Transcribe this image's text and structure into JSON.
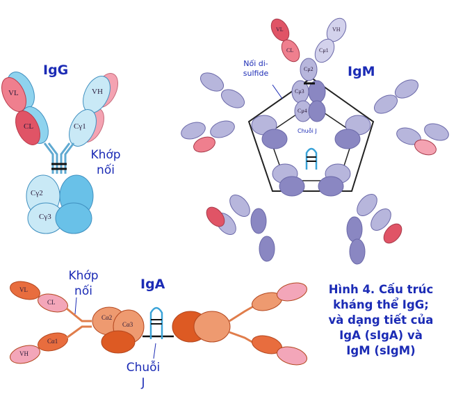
{
  "igg": {
    "title": "IgG",
    "hinge_line1": "Khớp",
    "hinge_line2": "nối",
    "domains": {
      "vl": "VL",
      "cl": "CL",
      "vh": "VH",
      "cg1": "Cγ1",
      "cg2": "Cγ2",
      "cg3": "Cγ3"
    }
  },
  "igm": {
    "title": "IgM",
    "disulfide_line1": "Nối di-",
    "disulfide_line2": "sulfide",
    "j_chain": "Chuỗi J",
    "domains": {
      "vl": "VL",
      "cl": "CL",
      "vh": "VH",
      "cm1": "Cμ1",
      "cm2": "Cμ2",
      "cm3": "Cμ3",
      "cm4": "Cμ4"
    }
  },
  "iga": {
    "title": "IgA",
    "hinge_line1": "Khớp",
    "hinge_line2": "nối",
    "j_line1": "Chuỗi",
    "j_line2": "J",
    "domains": {
      "vl": "VL",
      "cl": "CL",
      "vh": "VH",
      "ca1": "Cα1",
      "ca2": "Cα2",
      "ca3": "Cα3"
    }
  },
  "caption": {
    "line1": "Hình 4. Cấu trúc",
    "line2": "kháng thể IgG;",
    "line3": "và dạng tiết của",
    "line4": "IgA (sIgA) và",
    "line5": "IgM (sIgM)"
  },
  "colors": {
    "igg_heavy": "#8fd3ee",
    "igg_heavy_dark": "#56b8e3",
    "igg_light": "#ef7f8e",
    "igg_light_dark": "#dc4c5c",
    "igm_heavy": "#b7b6dc",
    "igm_heavy_dark": "#8a87c2",
    "igm_light": "#f08a97",
    "iga_heavy": "#ec8756",
    "iga_heavy_dark": "#dd5a23",
    "iga_light": "#f3a6b9",
    "j_chain": "#3aa3d8",
    "text": "#1b2bb5"
  }
}
